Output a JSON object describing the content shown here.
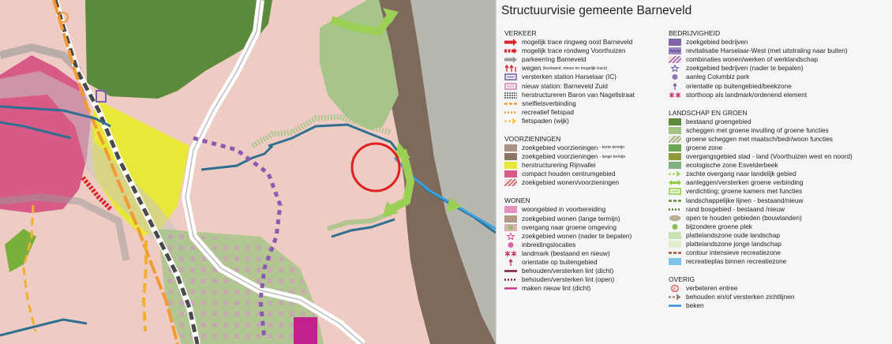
{
  "title": "Structuurvisie gemeente Barneveld",
  "legend": {
    "left": [
      {
        "heading": "VERKEER",
        "items": [
          {
            "label": "mogelijk trace ringweg oost Barneveld",
            "sym": "arrow-red",
            "color": "#d9262a"
          },
          {
            "label": "mogelijk trace rondweg Voorthuizen",
            "sym": "dash-red",
            "color": "#d9262a"
          },
          {
            "label": "parkeerring Barneveld",
            "sym": "arrow-grey",
            "color": "#9a9a9a"
          },
          {
            "label": "wegen",
            "note": "(bestaand, nieuw en mogelijk trace)",
            "sym": "arrows-up",
            "color": "#d9262a"
          },
          {
            "label": "versterken station Harselaar (IC)",
            "sym": "rect-border",
            "color": "#7d62a8"
          },
          {
            "label": "nieuw station: Barneveld Zuid",
            "sym": "rect-border",
            "color": "#d184b4"
          },
          {
            "label": "herstructureren Baron van Nagellstraat",
            "sym": "checker",
            "color": "#444444"
          },
          {
            "label": "snelfietsverbinding",
            "sym": "dash",
            "color": "#f29a33"
          },
          {
            "label": "recreatief fietspad",
            "sym": "dot",
            "color": "#f29a33"
          },
          {
            "label": "fietspaden (wijk)",
            "sym": "dash-arrow",
            "color": "#f2c433"
          }
        ]
      },
      {
        "heading": "VOORZIENINGEN",
        "items": [
          {
            "label": "zoekgebied voorzieningen",
            "note": "- korte termijn",
            "sym": "fill",
            "color": "#a89384"
          },
          {
            "label": "zoekgebied voorzieningen",
            "note": "- lange termijn",
            "sym": "fill",
            "color": "#8a7565"
          },
          {
            "label": "herstructurering Rijnvallei",
            "sym": "fill",
            "color": "#e8e83a"
          },
          {
            "label": "compact houden centrumgebied",
            "sym": "fill",
            "color": "#d85a86"
          },
          {
            "label": "zoekgebied wonen/voorzieningen",
            "sym": "hatch",
            "color": "#c46a6a"
          }
        ]
      },
      {
        "heading": "WONEN",
        "items": [
          {
            "label": "woongebied in voorbereiding",
            "sym": "fill",
            "color": "#e493c0"
          },
          {
            "label": "zoekgebied wonen (lange termijn)",
            "sym": "fill",
            "color": "#b49a86"
          },
          {
            "label": "overgang naar groene omgeving",
            "sym": "fill-dots",
            "color": "#8cbf6a"
          },
          {
            "label": "zoekgebied wonen (nader te bepalen)",
            "sym": "star",
            "color": "#d04f9e"
          },
          {
            "label": "inbreidingslocaties",
            "sym": "circle",
            "color": "#d04f9e"
          },
          {
            "label": "landmark (bestaand en nieuw)",
            "sym": "asterisk",
            "color": "#c2185b"
          },
          {
            "label": "orientatie op buitengebied",
            "sym": "arrow-small",
            "color": "#c2185b"
          },
          {
            "label": "behouden/versterken lint (dicht)",
            "sym": "line",
            "color": "#7a1f3f"
          },
          {
            "label": "behouden/versterken lint (open)",
            "sym": "dot",
            "color": "#7a1f3f"
          },
          {
            "label": "maken nieuw lint (dicht)",
            "sym": "line",
            "color": "#c23b8d"
          }
        ]
      }
    ],
    "right": [
      {
        "heading": "BEDRIJVIGHEID",
        "items": [
          {
            "label": "zoekgebied bedrijven",
            "sym": "fill",
            "color": "#8064a8"
          },
          {
            "label": "revitalisatie Harselaar-West (met uitstraling naar buiten)",
            "sym": "fill-pattern",
            "color": "#9c86c4"
          },
          {
            "label": "combinaties wonen/werken of werklandschap",
            "sym": "hatch",
            "color": "#9b6fb8"
          },
          {
            "label": "zoekgebied bedrijven (nader te bepalen)",
            "sym": "star",
            "color": "#6b4fa0"
          },
          {
            "label": "aanleg Columbiz park",
            "sym": "circle",
            "color": "#7b5eb0"
          },
          {
            "label": "orientatie op buitengebied/beekzone",
            "sym": "arrow-small",
            "color": "#6b4fa0"
          },
          {
            "label": "storthoop als landmark/ordenend element",
            "sym": "asterisk",
            "color": "#c2185b"
          }
        ]
      },
      {
        "heading": "LANDSCHAP EN GROEN",
        "items": [
          {
            "label": "bestaand groengebied",
            "sym": "fill",
            "color": "#5e8a3c"
          },
          {
            "label": "scheggen met groene invulling of groene functies",
            "sym": "fill",
            "color": "#a3c486"
          },
          {
            "label": "groene scheggen met maatsch/bedr/woon functies",
            "sym": "hatch",
            "color": "#8ab870"
          },
          {
            "label": "groene zone",
            "sym": "fill",
            "color": "#6aa84f"
          },
          {
            "label": "overgangsgebied stad - land (Voorthuizen west en noord)",
            "sym": "fill",
            "color": "#8f9a3c"
          },
          {
            "label": "ecologische zone Esvelderbeek",
            "sym": "fill",
            "color": "#7fb07f"
          },
          {
            "label": "zachte overgang naar landelijk gebied",
            "sym": "dash-arrow",
            "color": "#9ccf55"
          },
          {
            "label": "aanleggen/versterken groene verbinding",
            "sym": "arrows-green",
            "color": "#8fcf3f"
          },
          {
            "label": "verdichting; groene kamers met functies",
            "sym": "rect-border",
            "color": "#8fcf3f"
          },
          {
            "label": "landschappelijke lijnen - bestaand/nieuw",
            "sym": "dash",
            "color": "#5e8a3c"
          },
          {
            "label": "rand bosgebied - bestaand /nieuw",
            "sym": "dot",
            "color": "#4f7a32"
          },
          {
            "label": "open te houden gebieden (bouwlanden)",
            "sym": "ellipse",
            "color": "#b9b296"
          },
          {
            "label": "bijzondere groene plek",
            "sym": "circle",
            "color": "#7ab03a"
          },
          {
            "label": "plattelandszone oude landschap",
            "sym": "fill",
            "color": "#c8e2b0"
          },
          {
            "label": "plattelandszone jonge landschap",
            "sym": "fill",
            "color": "#e0efd2"
          },
          {
            "label": "contour intensieve recreatiezone",
            "sym": "dash",
            "color": "#a0522d"
          },
          {
            "label": "recreatieplas binnen recreatiezone",
            "sym": "fill",
            "color": "#7ec4e8"
          }
        ]
      },
      {
        "heading": "OVERIG",
        "items": [
          {
            "label": "verbeteren entree",
            "sym": "entree",
            "color": "#d9262a",
            "glyph": "E"
          },
          {
            "label": "behouden en/of versterken zichtlijnen",
            "sym": "dash-arrow",
            "color": "#8a7565"
          },
          {
            "label": "beken",
            "sym": "line",
            "color": "#3a8ed8"
          }
        ]
      }
    ]
  },
  "colors": {
    "land": "#eecbc3",
    "green_dark": "#5a8a3a",
    "green_light": "#a7c58a",
    "forest_brown": "#7d6a5a",
    "grey": "#b7b7b0",
    "yellow": "#e8e83a",
    "pink_center": "#d85a86",
    "stream": "#2f6f8f",
    "river_light": "#3aa0e0",
    "road": "#ffffff",
    "road_outline": "#bdbdbd",
    "rail": "#4a4a4a",
    "orange": "#f29a33",
    "purple": "#8a5bb0",
    "magenta": "#c2208f",
    "highlight_ring": "#e02020"
  }
}
